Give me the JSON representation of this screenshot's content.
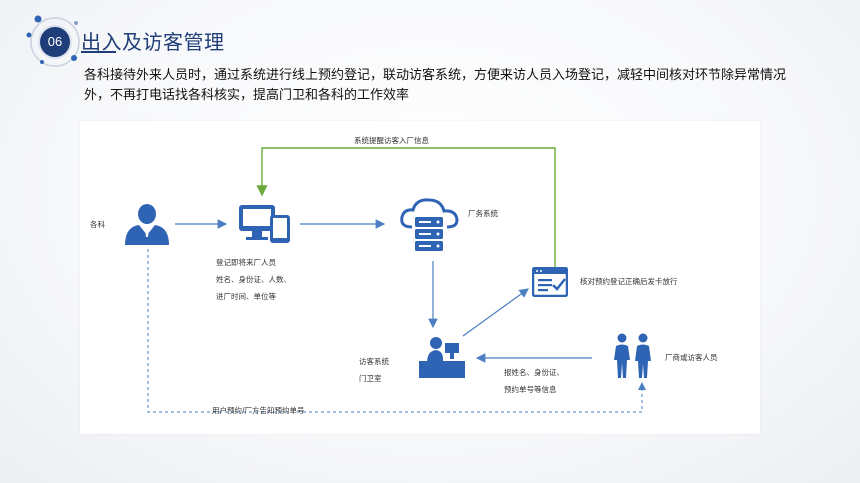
{
  "header": {
    "section_number": "06",
    "title": "出入及访客管理",
    "description": "各科接待外来人员时，通过系统进行线上预约登记，联动访客系统，方便来访人员入场登记，减轻中间核对环节除异常情况外，不再打电话找各科核实，提高门卫和各科的工作效率"
  },
  "diagram": {
    "department_label": "各科",
    "register_lines": [
      "登记即将来厂人员",
      "姓名、身份证、人数、",
      "进厂时间、单位等"
    ],
    "factory_system_label": "厂务系统",
    "push_label": "系统提醒访客入厂信息",
    "verify_label": "核对预约登记正确后发卡放行",
    "visitor_system_lines": [
      "访客系统",
      "门卫室"
    ],
    "visitor_label": "厂商或访客人员",
    "report_lines": [
      "报姓名、身份证、",
      "预约单号等信息"
    ],
    "notify_label": "用户预约/厂方告知预约单号",
    "colors": {
      "accent": "#1f3d78",
      "icon": "#2f64b4",
      "green_arrow": "#6aaa3a",
      "blue_arrow": "#4a7fc1"
    }
  }
}
